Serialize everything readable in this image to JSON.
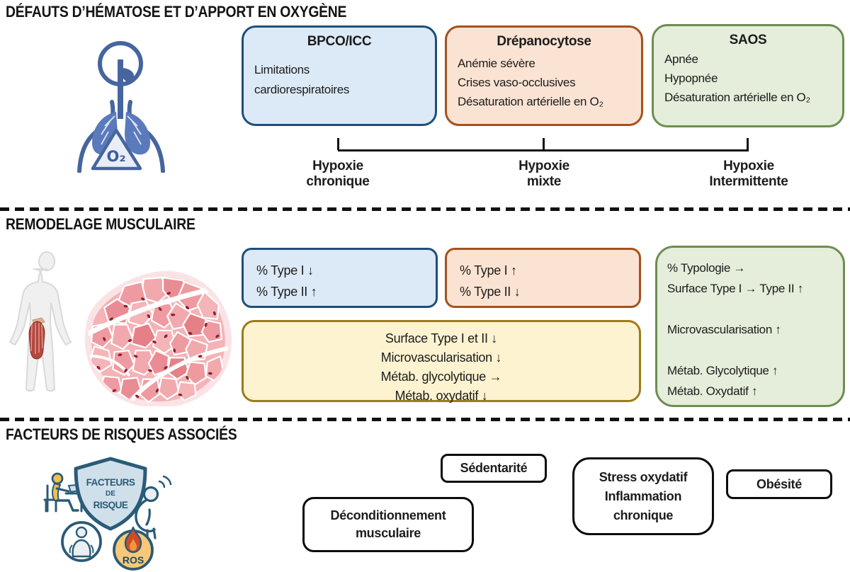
{
  "oxygen_section": {
    "header": "DÉFAUTS D’HÉMATOSE ET D’APPORT EN OXYGÈNE",
    "o2_triangle_label": "O₂",
    "bpco": {
      "title": "BPCO/ICC",
      "line1": "Limitations",
      "line2": "cardiorespiratoires"
    },
    "drepanocytose": {
      "title": "Drépanocytose",
      "line1": "Anémie sévère",
      "line2": "Crises vaso-occlusives",
      "line3": "Désaturation artérielle en O₂"
    },
    "saos": {
      "title": "SAOS",
      "line1": "Apnée",
      "line2": "Hypopnée",
      "line3": "Désaturation artérielle en O₂"
    },
    "hypoxie_chronique": {
      "line1": "Hypoxie",
      "line2": "chronique"
    },
    "hypoxie_mixte": {
      "line1": "Hypoxie",
      "line2": "mixte"
    },
    "hypoxie_intermittente": {
      "line1": "Hypoxie",
      "line2": "Intermittente"
    }
  },
  "muscle_section": {
    "header": "REMODELAGE MUSCULAIRE",
    "bpco_box": {
      "line1": "% Type I ↓",
      "line2": "% Type II ↑"
    },
    "drepano_box": {
      "line1": "% Type I ↑",
      "line2": "% Type II ↓"
    },
    "mixte_box": {
      "line1": "Surface Type I et II ↓",
      "line2": "Microvascularisation ↓",
      "line3": "Métab. glycolytique →",
      "line4": "Métab. oxydatif ↓"
    },
    "saos_box": {
      "line1": "% Typologie →",
      "line2": "Surface Type I → Type II ↑",
      "line3": "Microvascularisation ↑",
      "line4": "Métab. Glycolytique ↑",
      "line5": "Métab. Oxydatif ↑"
    }
  },
  "risk_section": {
    "header": "FACTEURS DE RISQUES ASSOCIÉS",
    "shield": {
      "line1": "FACTEURS",
      "line2": "DE",
      "line3": "RISQUE"
    },
    "ros_label": "ROS",
    "sedentarite": "Sédentarité",
    "deconditionnement": {
      "line1": "Déconditionnement",
      "line2": "musculaire"
    },
    "stress": {
      "line1": "Stress oxydatif",
      "line2": "Inflammation",
      "line3": "chronique"
    },
    "obesite": "Obésité"
  },
  "colors": {
    "blue_fill": "#dce9f6",
    "blue_border": "#1f4e79",
    "orange_fill": "#fae3d3",
    "orange_border": "#a4511e",
    "green_fill": "#e4eeda",
    "green_border": "#6d8d52",
    "yellow_fill": "#fdf3d0",
    "yellow_border": "#9a7d1b",
    "icon_blue": "#46659f",
    "icon_dark_blue": "#2a5b77",
    "muscle_pink": "#f2a9ad",
    "nucleus_red": "#8e2134",
    "text": "#1c1c1c"
  }
}
